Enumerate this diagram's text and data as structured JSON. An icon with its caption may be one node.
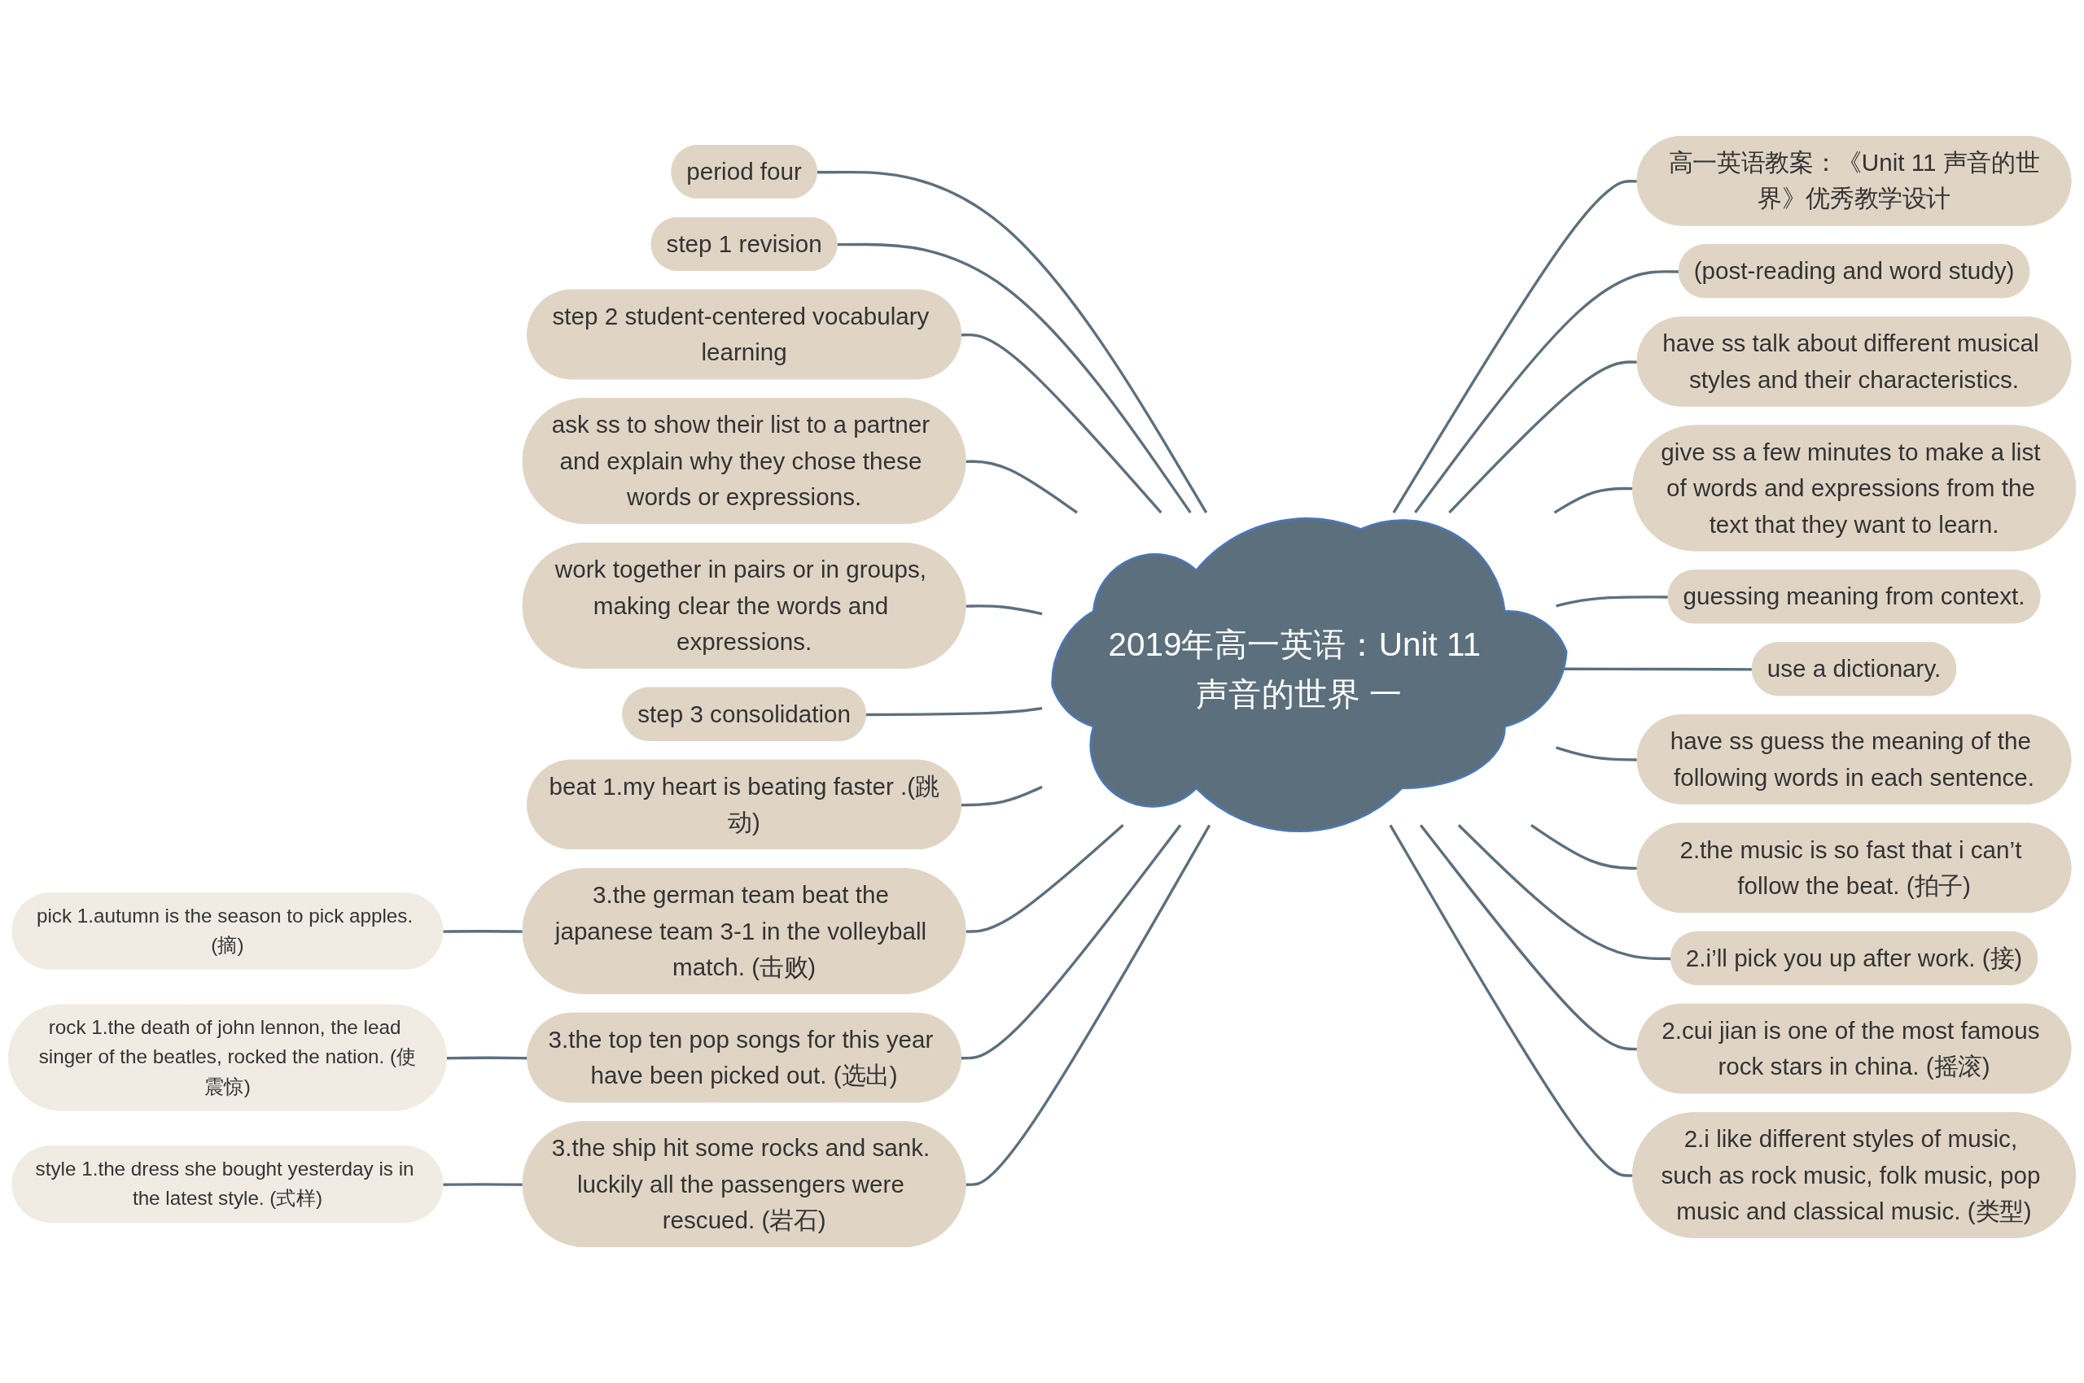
{
  "diagram": {
    "nodes": [
      {
        "text": [
          "2019年高一英语：Unit 11 声音的世界 一"
        ]
      },
      {
        "text": [
          "高一英语教案：《Unit 11 声音的世界》优秀教学设计"
        ]
      },
      {
        "text": [
          "(post-reading and word study)"
        ]
      },
      {
        "text": [
          "have ss talk about different musical styles and their characteristics."
        ]
      },
      {
        "text": [
          "give ss a few minutes to make a list of words and expressions from the text that they want to learn."
        ]
      },
      {
        "text": [
          "guessing meaning from context."
        ]
      },
      {
        "text": [
          "use a dictionary."
        ]
      },
      {
        "text": [
          "have ss guess the meaning of the following words in each sentence."
        ]
      },
      {
        "text": [
          "2.the music is so fast that i can’t follow the beat. (拍子)"
        ]
      },
      {
        "text": [
          "2.i’ll pick you up after work. (接)"
        ]
      },
      {
        "text": [
          "2.cui jian is one of the most famous rock stars in china. (摇滚)"
        ]
      },
      {
        "text": [
          "2.i like different styles of music, such as rock music, folk music, pop music and classical music. (类型)"
        ]
      },
      {
        "text": [
          "period four"
        ]
      },
      {
        "text": [
          "step 1 revision"
        ]
      },
      {
        "text": [
          "step 2 student-centered vocabulary learning"
        ]
      },
      {
        "text": [
          "ask ss to show their list to a partner and explain why they chose these words or expressions."
        ]
      },
      {
        "text": [
          "work together in pairs or in groups, making clear the words and expressions."
        ]
      },
      {
        "text": [
          "step 3 consolidation"
        ]
      },
      {
        "text": [
          "beat 1.my heart is beating faster .(跳动)"
        ]
      },
      {
        "text": [
          "3.the german team beat the japanese team 3-1 in the volleyball match. (击败)"
        ]
      },
      {
        "text": [
          "pick 1.autumn is the season to pick apples. (摘)"
        ]
      },
      {
        "text": [
          "3.the top ten pop songs for this year have been picked out. (选出)"
        ]
      },
      {
        "text": [
          "rock 1.the death of john lennon, the lead singer of the beatles, rocked the nation. (使震惊)"
        ]
      },
      {
        "text": [
          "3.the ship hit some rocks and sank. luckily all the passengers were rescued. (岩石)"
        ]
      },
      {
        "text": [
          "style 1.the dress she bought yesterday is in the latest style. (式样)"
        ]
      }
    ],
    "edges": [
      {
        "from": 0,
        "to": 1,
        "arrow": "none"
      },
      {
        "from": 0,
        "to": 2,
        "arrow": "none"
      },
      {
        "from": 0,
        "to": 3,
        "arrow": "none"
      },
      {
        "from": 0,
        "to": 4,
        "arrow": "none"
      },
      {
        "from": 0,
        "to": 5,
        "arrow": "none"
      },
      {
        "from": 0,
        "to": 6,
        "arrow": "none"
      },
      {
        "from": 0,
        "to": 7,
        "arrow": "none"
      },
      {
        "from": 0,
        "to": 8,
        "arrow": "none"
      },
      {
        "from": 0,
        "to": 9,
        "arrow": "none"
      },
      {
        "from": 0,
        "to": 10,
        "arrow": "none"
      },
      {
        "from": 0,
        "to": 11,
        "arrow": "none"
      },
      {
        "from": 0,
        "to": 12,
        "arrow": "none"
      },
      {
        "from": 0,
        "to": 13,
        "arrow": "none"
      },
      {
        "from": 0,
        "to": 14,
        "arrow": "none"
      },
      {
        "from": 0,
        "to": 15,
        "arrow": "none"
      },
      {
        "from": 0,
        "to": 16,
        "arrow": "none"
      },
      {
        "from": 0,
        "to": 17,
        "arrow": "none"
      },
      {
        "from": 0,
        "to": 18,
        "arrow": "none"
      },
      {
        "from": 0,
        "to": 19,
        "arrow": "none"
      },
      {
        "from": 19,
        "to": 20,
        "arrow": "none"
      },
      {
        "from": 0,
        "to": 21,
        "arrow": "none"
      },
      {
        "from": 21,
        "to": 22,
        "arrow": "none"
      },
      {
        "from": 0,
        "to": 23,
        "arrow": "none"
      },
      {
        "from": 23,
        "to": 24,
        "arrow": "none"
      }
    ]
  }
}
